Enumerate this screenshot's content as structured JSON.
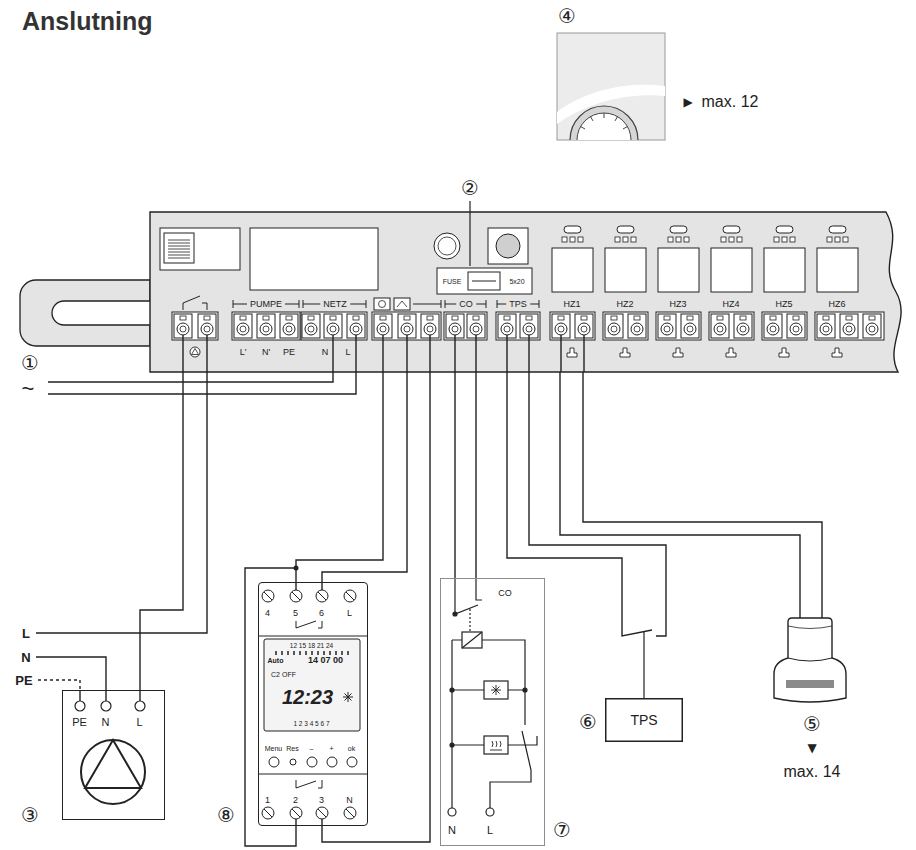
{
  "diagram": {
    "title": "Anslutning",
    "nodes": [
      {
        "text": [
          "PUMPE",
          "NETZ",
          "CO",
          "TPS",
          "HZ1",
          "HZ2",
          "HZ3",
          "HZ4",
          "HZ5",
          "HZ6",
          "FUSE",
          "5x20",
          "L'",
          "N'",
          "PE",
          "N",
          "L"
        ]
      },
      {
        "text": [
          "PE",
          "N",
          "L"
        ]
      },
      {
        "text": [
          "4",
          "5",
          "6",
          "L",
          "12 15 18 21 24",
          "Auto",
          "14 07 00",
          "C2 OFF",
          "12:23",
          "1 2 3 4 5 6 7",
          "Menu",
          "Res",
          "–",
          "+",
          "ok",
          "1",
          "2",
          "3",
          "N"
        ]
      },
      {
        "text": [
          "CO",
          "N",
          "L"
        ]
      },
      {
        "text": [
          "TPS"
        ]
      },
      {
        "text": [
          "⑤"
        ]
      }
    ],
    "edges": [
      {
        "from": 0,
        "to": 1,
        "arrow": "none"
      },
      {
        "from": 0,
        "to": 2,
        "arrow": "none"
      },
      {
        "from": 0,
        "to": 2,
        "arrow": "none"
      },
      {
        "from": 0,
        "to": 2,
        "arrow": "none"
      },
      {
        "from": 0,
        "to": 3,
        "arrow": "none"
      },
      {
        "from": 0,
        "to": 3,
        "arrow": "none"
      },
      {
        "from": 0,
        "to": 4,
        "arrow": "none"
      },
      {
        "from": 0,
        "to": 4,
        "arrow": "none"
      },
      {
        "from": 0,
        "to": 5,
        "arrow": "none"
      },
      {
        "from": 0,
        "to": 5,
        "arrow": "none"
      }
    ],
    "labels": [
      "①",
      "~",
      "②",
      "④",
      "▶",
      "max. 12",
      "L",
      "N",
      "PE",
      "③",
      "⑧",
      "⑥",
      "⑦",
      "▼",
      "max. 14"
    ]
  }
}
